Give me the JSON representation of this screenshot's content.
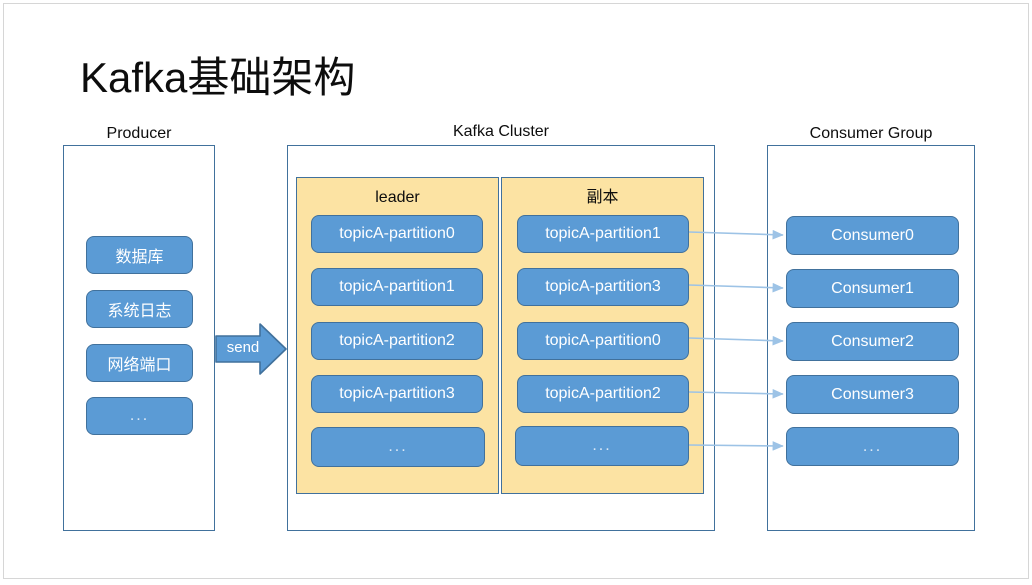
{
  "slide": {
    "title": "Kafka基础架构"
  },
  "producer": {
    "caption": "Producer",
    "items": [
      {
        "label": "数据库"
      },
      {
        "label": "系统日志"
      },
      {
        "label": "网络端口"
      },
      {
        "label": "..."
      }
    ]
  },
  "send": {
    "label": "send"
  },
  "cluster": {
    "caption": "Kafka Cluster",
    "panels": [
      {
        "title": "leader",
        "items": [
          {
            "label": "topicA-partition0"
          },
          {
            "label": "topicA-partition1"
          },
          {
            "label": "topicA-partition2"
          },
          {
            "label": "topicA-partition3"
          },
          {
            "label": "..."
          }
        ]
      },
      {
        "title": "副本",
        "items": [
          {
            "label": "topicA-partition1"
          },
          {
            "label": "topicA-partition3"
          },
          {
            "label": "topicA-partition0"
          },
          {
            "label": "topicA-partition2"
          },
          {
            "label": "..."
          }
        ]
      }
    ]
  },
  "consumer_group": {
    "caption": "Consumer Group",
    "items": [
      {
        "label": "Consumer0"
      },
      {
        "label": "Consumer1"
      },
      {
        "label": "Consumer2"
      },
      {
        "label": "Consumer3"
      },
      {
        "label": "..."
      }
    ]
  },
  "colors": {
    "chip_fill": "#5B9BD5",
    "chip_border": "#41719C",
    "panel_fill": "#FCE3A3",
    "box_border": "#41719C",
    "connector": "#9DC3E6",
    "slide_border": "#D6D6D6",
    "text": "#0D0D0D"
  }
}
